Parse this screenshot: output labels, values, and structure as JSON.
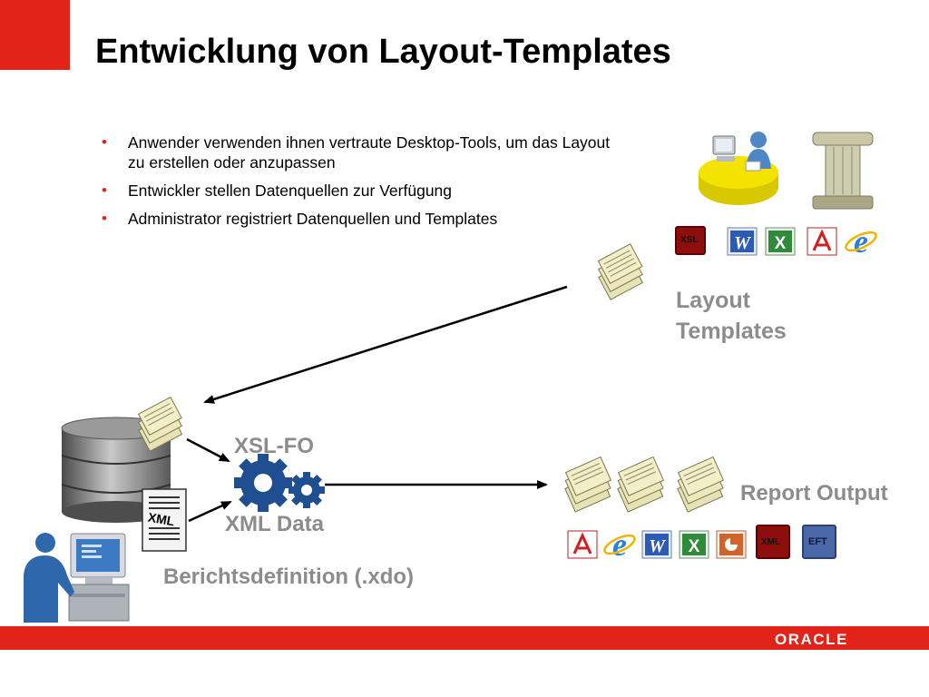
{
  "slide": {
    "title": "Entwicklung von Layout-Templates",
    "bullets": [
      "Anwender verwenden ihnen vertraute Desktop-Tools, um das Layout zu erstellen oder anzupassen",
      "Entwickler stellen Datenquellen zur Verfügung",
      "Administrator registriert Datenquellen und Templates"
    ],
    "bullet_symbol": "•"
  },
  "diagram": {
    "layout_templates_label_line1": "Layout",
    "layout_templates_label_line2": "Templates",
    "xslfo_label": "XSL-FO",
    "xmldata_label": "XML Data",
    "berichtsdefinition_label": "Berichtsdefinition (.xdo)",
    "report_output_label": "Report Output",
    "xml_doc_text": "XML",
    "template_formats": [
      "XSL",
      "Word",
      "Excel",
      "PDF",
      "IE"
    ],
    "output_formats": [
      "PDF",
      "IE",
      "Word",
      "Excel",
      "PowerPoint",
      "XML",
      "EFT"
    ],
    "xsl_badge": "XSL",
    "xml_badge": "XML",
    "eft_badge": "EFT"
  },
  "footer": {
    "brand": "ORACLE"
  },
  "colors": {
    "accent": "#e2231a",
    "label_gray": "#8c8c8c",
    "gear_blue": "#1f4f91"
  }
}
